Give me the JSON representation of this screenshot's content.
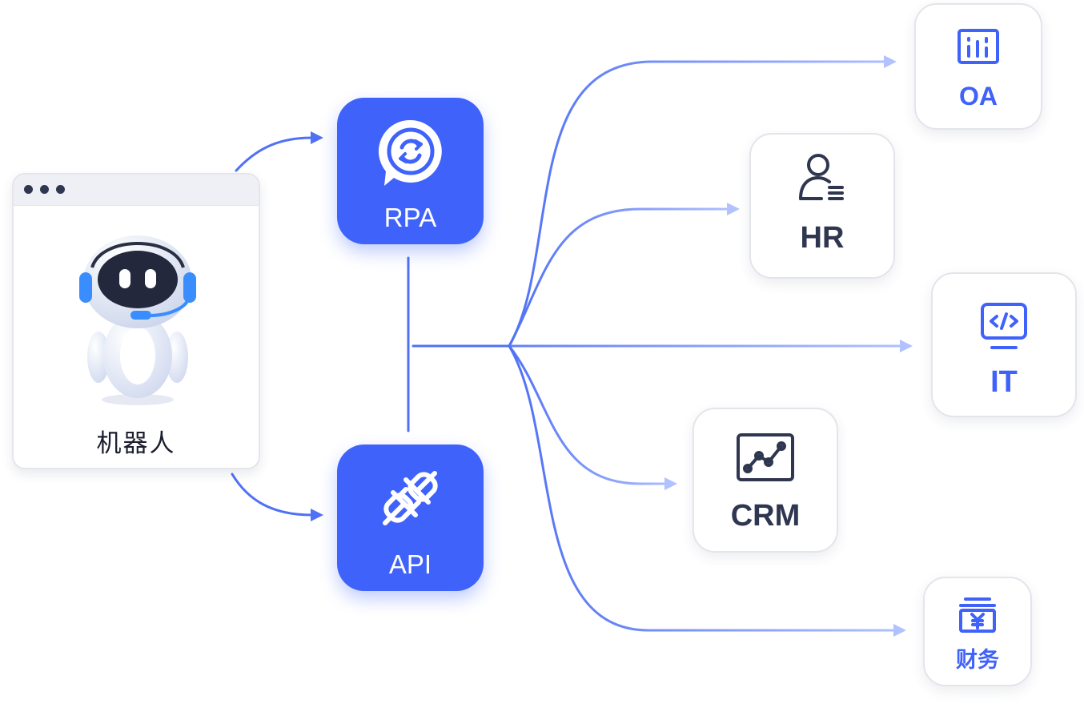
{
  "robot": {
    "label": "机器人",
    "icon": "robot-mascot-icon"
  },
  "hubs": [
    {
      "id": "rpa",
      "label": "RPA",
      "icon": "rpa-sync-chat-icon"
    },
    {
      "id": "api",
      "label": "API",
      "icon": "plug-icon"
    }
  ],
  "targets": [
    {
      "id": "oa",
      "label": "OA",
      "icon": "dashboard-chart-icon"
    },
    {
      "id": "hr",
      "label": "HR",
      "icon": "user-list-icon"
    },
    {
      "id": "it",
      "label": "IT",
      "icon": "code-monitor-icon"
    },
    {
      "id": "crm",
      "label": "CRM",
      "icon": "line-chart-icon"
    },
    {
      "id": "fin",
      "label": "财务",
      "icon": "yuan-finance-icon"
    }
  ],
  "colors": {
    "accent": "#3f62fb",
    "connector": "#4f71f5",
    "dark_text": "#2f3650",
    "blue_text": "#3f62fb",
    "card_border": "#e3e5eb"
  }
}
